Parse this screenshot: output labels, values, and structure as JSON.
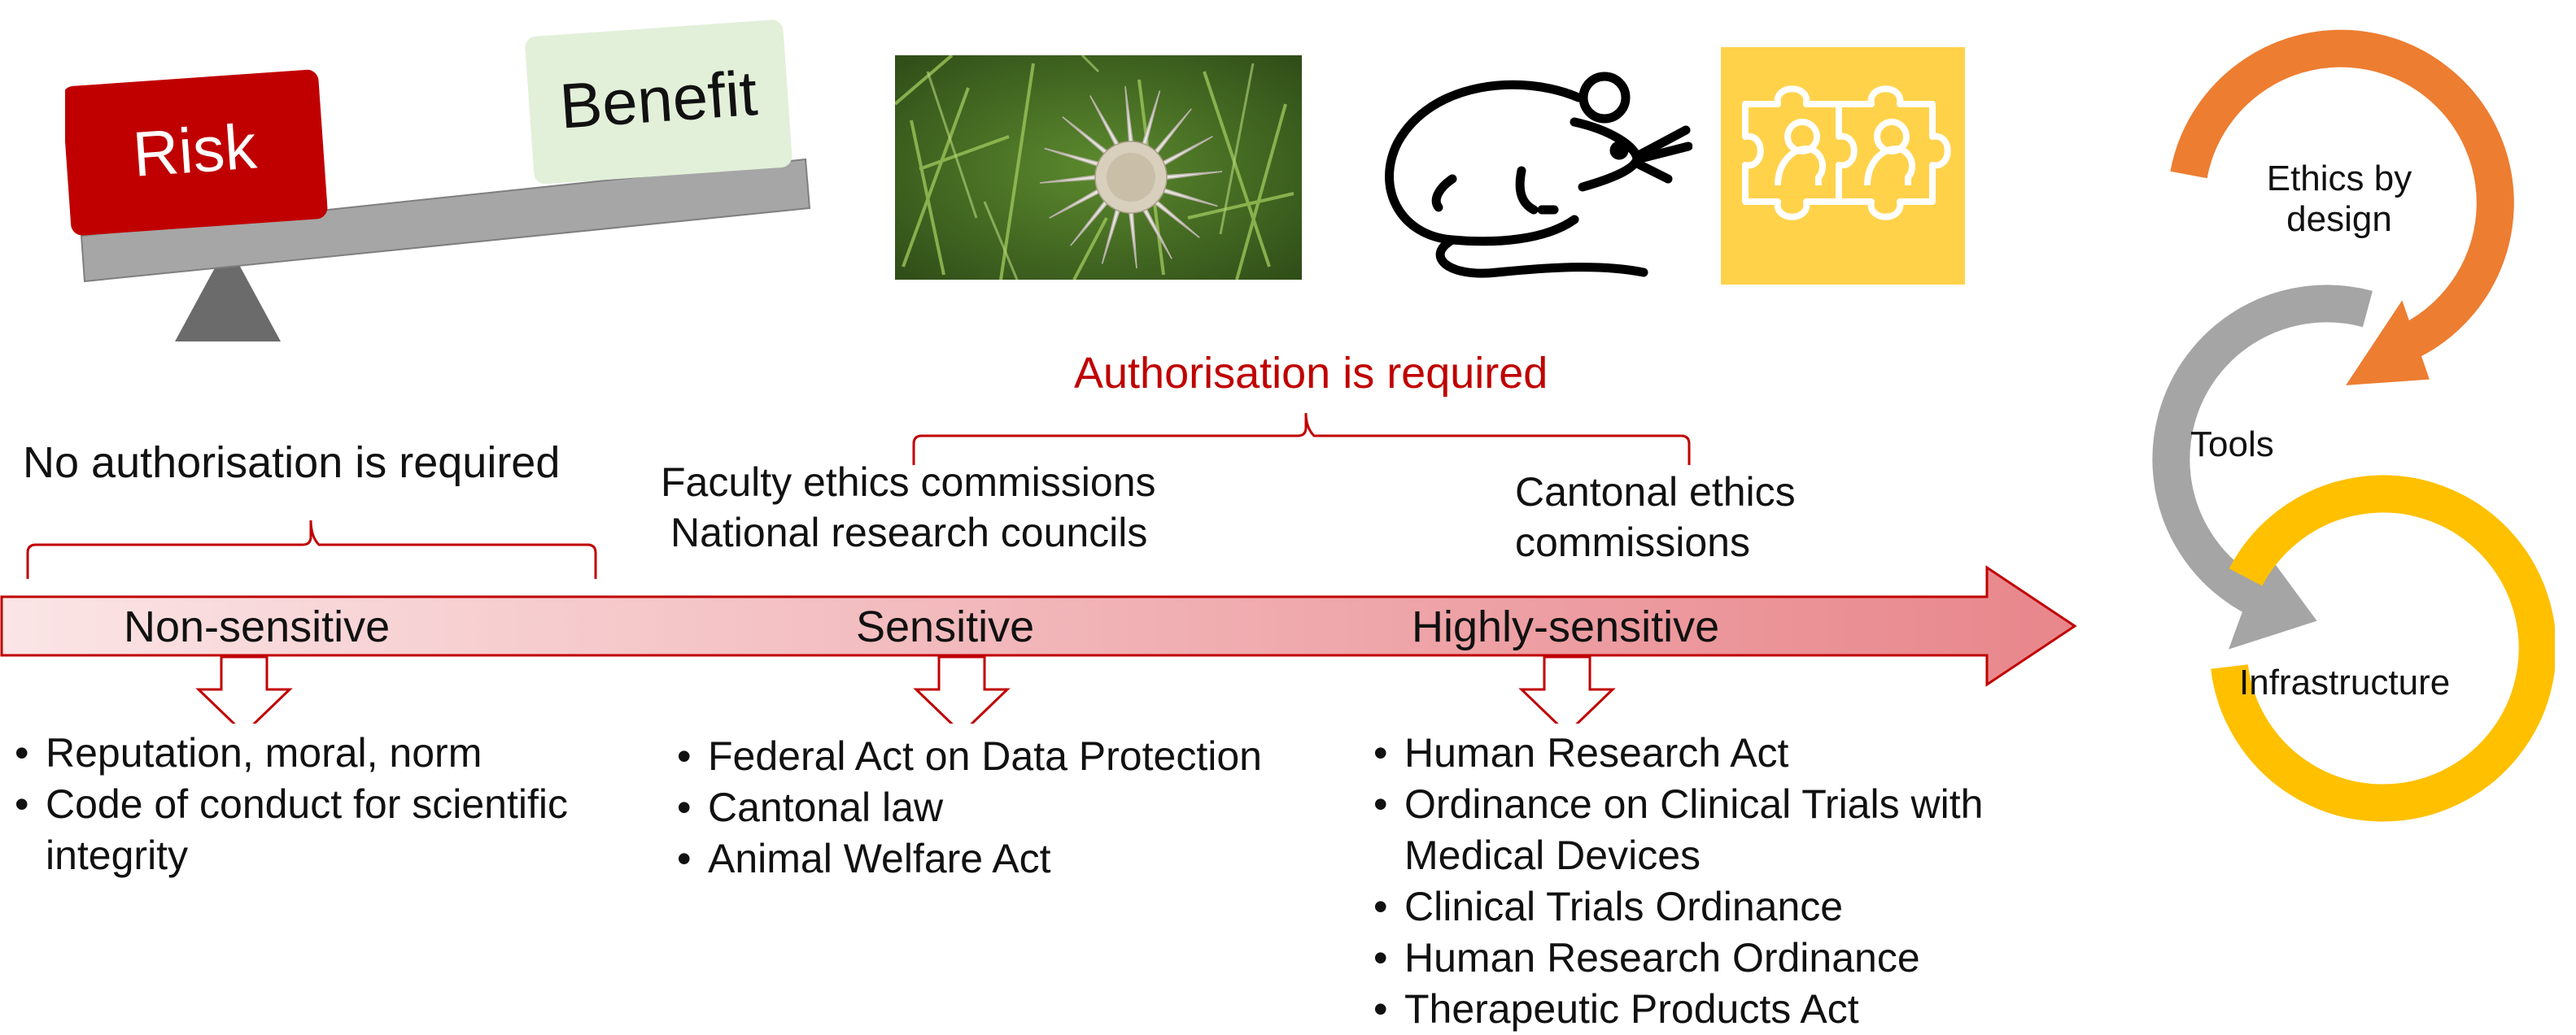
{
  "scale": {
    "risk_label": "Risk",
    "benefit_label": "Benefit"
  },
  "icons": {
    "plant": "thistle-photo",
    "animal": "mouse-icon",
    "human": "puzzle-heads-icon"
  },
  "authorisation": {
    "none": "No authorisation is required",
    "required": "Authorisation is required"
  },
  "bodies": {
    "faculty": [
      "Faculty ethics commissions",
      "National research councils"
    ],
    "cantonal": [
      "Cantonal ethics",
      "commissions"
    ]
  },
  "levels": [
    {
      "label": "Non-sensitive",
      "items": [
        "Reputation, moral, norm",
        "Code of conduct for scientific integrity"
      ]
    },
    {
      "label": "Sensitive",
      "items": [
        "Federal Act on Data Protection",
        "Cantonal law",
        "Animal Welfare Act"
      ]
    },
    {
      "label": "Highly-sensitive",
      "items": [
        "Human Research Act",
        "Ordinance on Clinical Trials with Medical Devices",
        "Clinical Trials Ordinance",
        "Human Research Ordinance",
        "Therapeutic Products Act"
      ]
    }
  ],
  "cycle": {
    "steps": [
      {
        "label": "Ethics by design",
        "color": "#ed7d31"
      },
      {
        "label": "Tools",
        "color": "#a5a5a5"
      },
      {
        "label": "Infrastructure",
        "color": "#ffc000"
      }
    ]
  },
  "colors": {
    "risk": "#c00000",
    "benefit": "#e2f0d9",
    "brace": "#c00000",
    "arrow_start": "#fbe5e6",
    "arrow_end": "#e8868b",
    "puzzle_bg": "#ffd24a"
  }
}
